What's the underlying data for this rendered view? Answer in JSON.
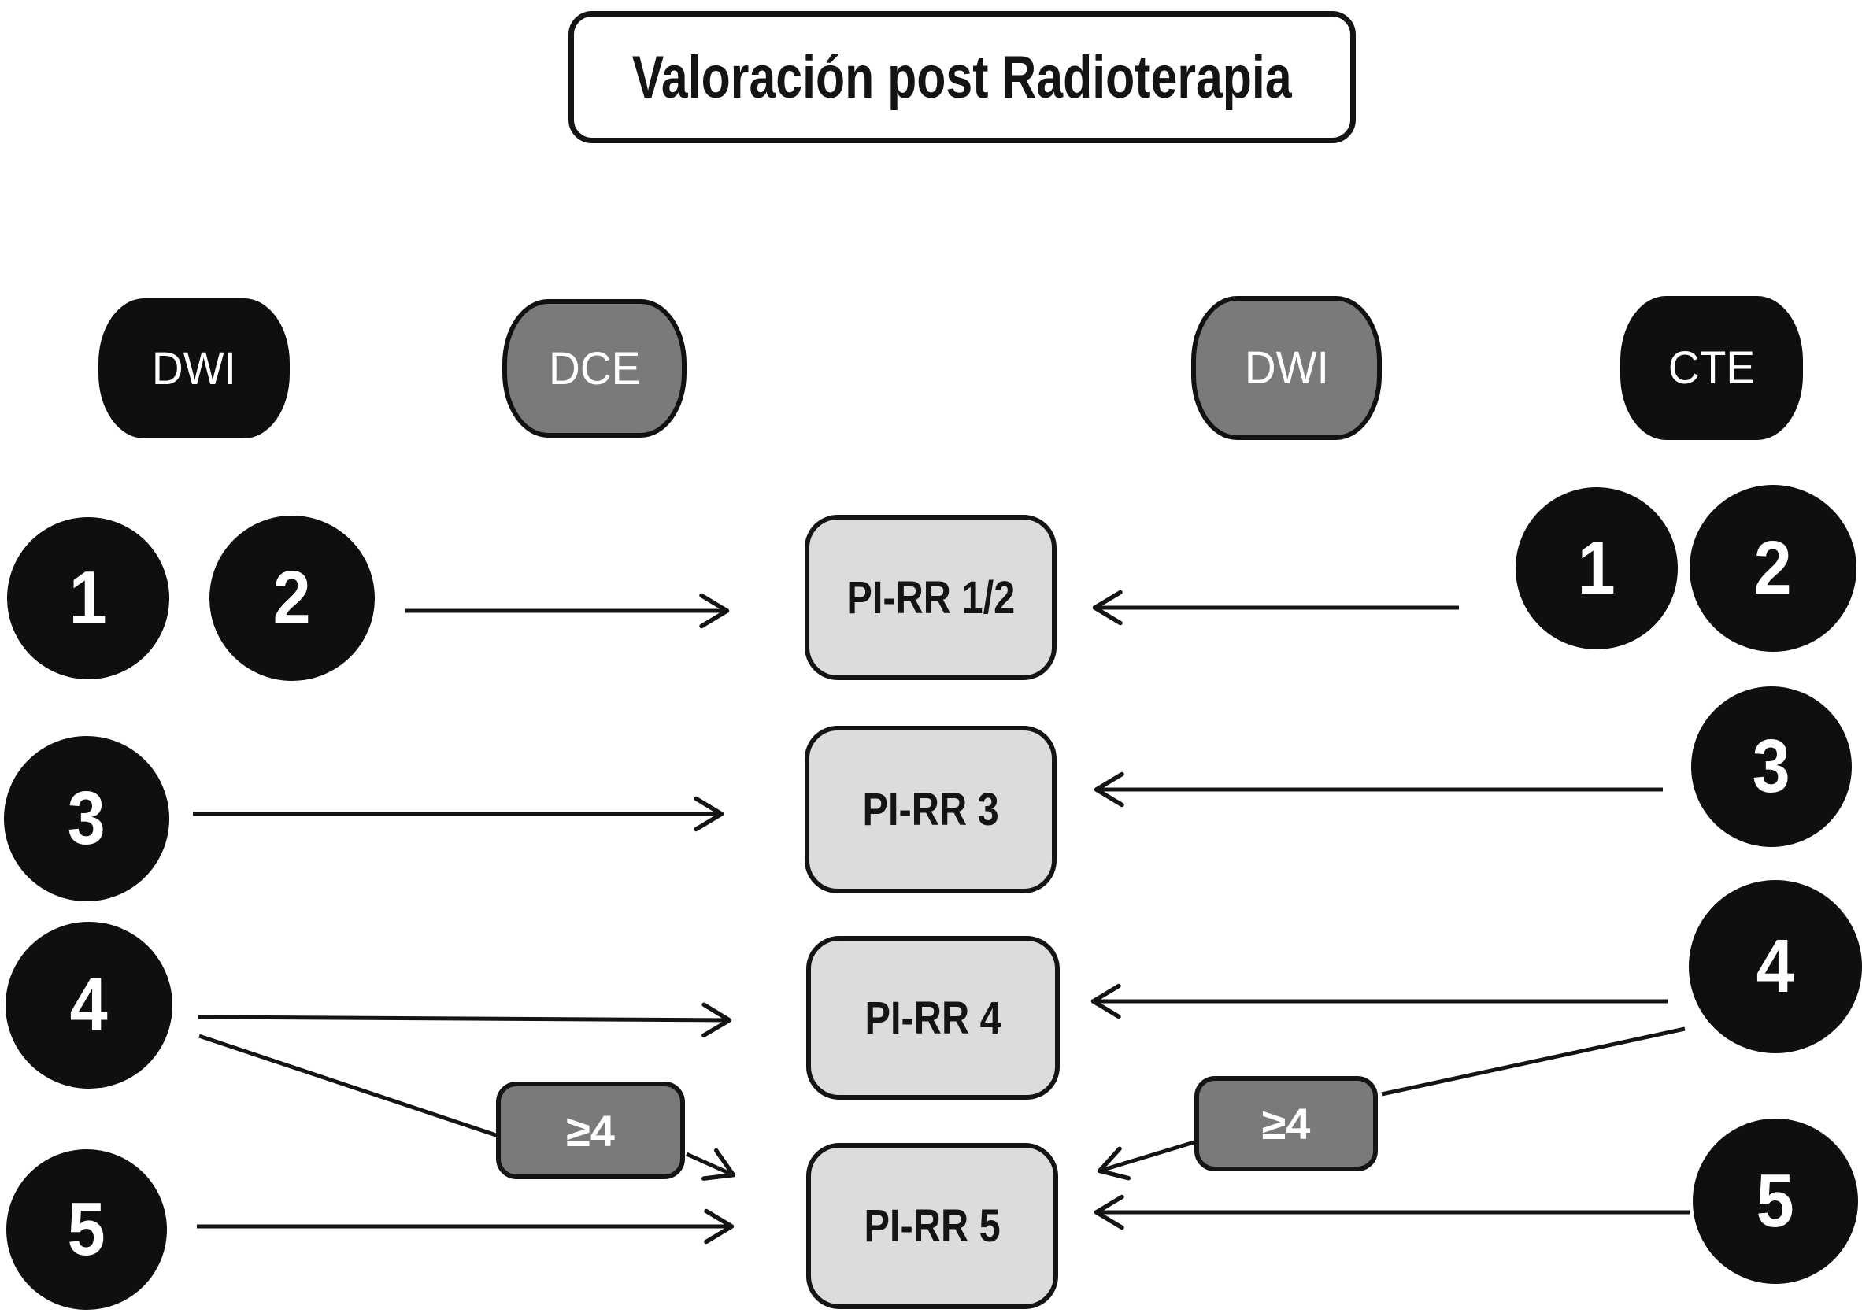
{
  "title": "Valoración post Radioterapia",
  "column_badges": [
    {
      "id": "dwi-left",
      "label": "DWI",
      "style": "black"
    },
    {
      "id": "dce-left",
      "label": "DCE",
      "style": "gray"
    },
    {
      "id": "dwi-right",
      "label": "DWI",
      "style": "gray"
    },
    {
      "id": "cte-right",
      "label": "CTE",
      "style": "black"
    }
  ],
  "left_scores": [
    "1",
    "2",
    "3",
    "4",
    "5"
  ],
  "right_scores": [
    "1",
    "2",
    "3",
    "4",
    "5"
  ],
  "thresholds": {
    "left": "≥4",
    "right": "≥4"
  },
  "result_boxes": [
    "PI-RR 1/2",
    "PI-RR 3",
    "PI-RR 4",
    "PI-RR 5"
  ],
  "connections": [
    {
      "from": "DWI 1/2 (left)",
      "to": "PI-RR 1/2"
    },
    {
      "from": "DWI 3 (left)",
      "to": "PI-RR 3"
    },
    {
      "from": "DWI 4 (left)",
      "to": "PI-RR 4"
    },
    {
      "from": "DWI 4 (left)",
      "via": "DCE ≥4",
      "to": "PI-RR 5"
    },
    {
      "from": "DWI 5 (left)",
      "to": "PI-RR 5"
    },
    {
      "from": "CTE 1/2 (right)",
      "to": "PI-RR 1/2"
    },
    {
      "from": "CTE 3 (right)",
      "to": "PI-RR 3"
    },
    {
      "from": "CTE 4 (right)",
      "to": "PI-RR 4"
    },
    {
      "from": "CTE 4 (right)",
      "via": "DWI ≥4",
      "to": "PI-RR 5"
    },
    {
      "from": "CTE 5 (right)",
      "to": "PI-RR 5"
    }
  ],
  "colors": {
    "black": "#0f0f0f",
    "gray": "#7a7a7a",
    "light_gray": "#dcdcdc",
    "border": "#141414",
    "background": "#ffffff",
    "text_light": "#ffffff",
    "text_dark": "#141414"
  }
}
